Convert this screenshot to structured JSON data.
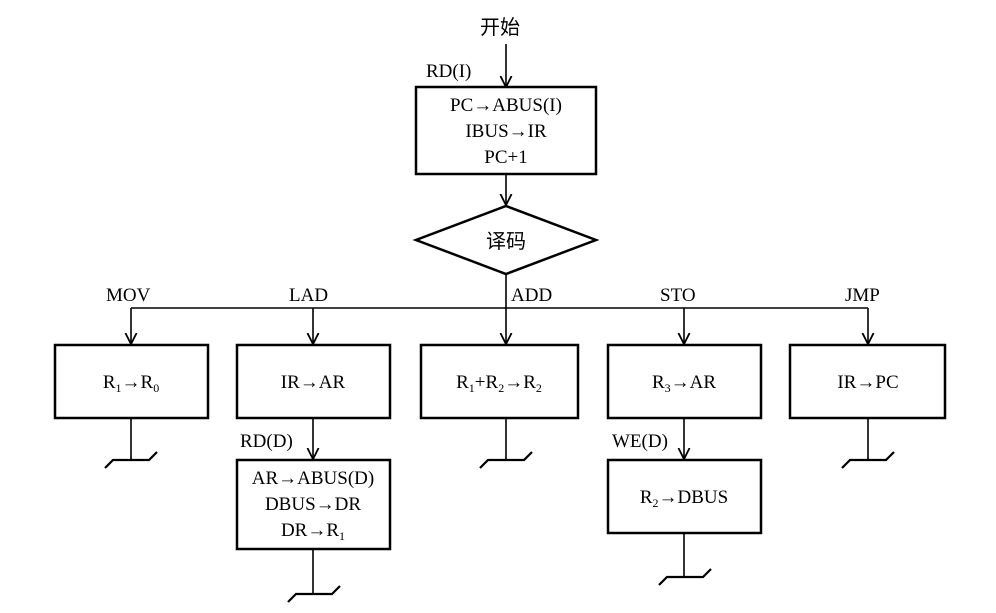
{
  "start": "开始",
  "fetch_label": "RD(I)",
  "fetch_lines": [
    "PC→ABUS(I)",
    "IBUS→IR",
    "PC+1"
  ],
  "decode": "译码",
  "branches": {
    "mov": {
      "label": "MOV",
      "box_main": "R",
      "box_sub1": "1",
      "box_arrow": "→R",
      "box_sub2": "0"
    },
    "lad": {
      "label": "LAD",
      "box": "IR→AR",
      "sub_label": "RD(D)",
      "sub_lines": [
        "AR→ABUS(D)",
        "DBUS→DR"
      ],
      "sub_last_main": "DR→R",
      "sub_last_sub": "1"
    },
    "add": {
      "label": "ADD",
      "p1": "R",
      "s1": "1",
      "p2": "+R",
      "s2": "2",
      "p3": "→R",
      "s3": "2"
    },
    "sto": {
      "label": "STO",
      "p1": "R",
      "s1": "3",
      "p2": "→AR",
      "sub_label": "WE(D)",
      "sub_p1": "R",
      "sub_s1": "2",
      "sub_p2": "→DBUS"
    },
    "jmp": {
      "label": "JMP",
      "box": "IR→PC"
    }
  }
}
